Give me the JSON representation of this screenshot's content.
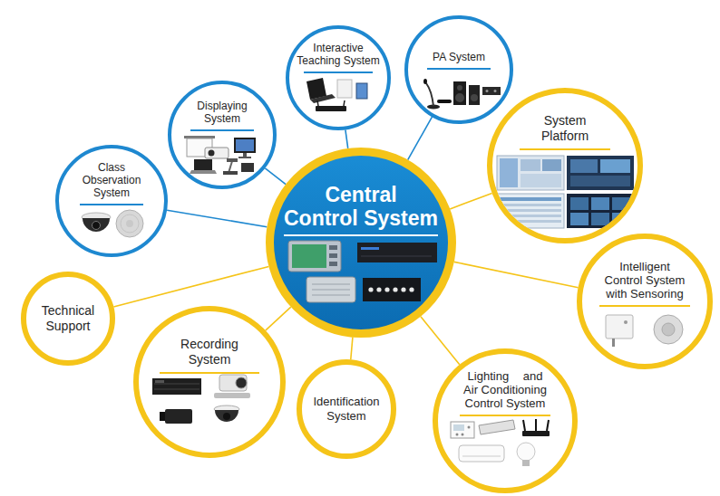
{
  "diagram": {
    "nodes": [
      {
        "text": [
          "Central Control System"
        ]
      },
      {
        "text": [
          "Class Observation System"
        ]
      },
      {
        "text": [
          "Displaying System"
        ]
      },
      {
        "text": [
          "Interactive Teaching System"
        ]
      },
      {
        "text": [
          "PA System"
        ]
      },
      {
        "text": [
          "System Platform"
        ]
      },
      {
        "text": [
          "Intelligent Control System with Sensoring"
        ]
      },
      {
        "text": [
          "Lighting and Air Conditioning Control System"
        ]
      },
      {
        "text": [
          "Identification System"
        ]
      },
      {
        "text": [
          "Recording System"
        ]
      },
      {
        "text": [
          "Technical Support"
        ]
      }
    ],
    "edges": [
      {
        "from": 0,
        "to": 1,
        "arrow": "none"
      },
      {
        "from": 0,
        "to": 2,
        "arrow": "none"
      },
      {
        "from": 0,
        "to": 3,
        "arrow": "none"
      },
      {
        "from": 0,
        "to": 4,
        "arrow": "none"
      },
      {
        "from": 0,
        "to": 5,
        "arrow": "none"
      },
      {
        "from": 0,
        "to": 6,
        "arrow": "none"
      },
      {
        "from": 0,
        "to": 7,
        "arrow": "none"
      },
      {
        "from": 0,
        "to": 8,
        "arrow": "none"
      },
      {
        "from": 0,
        "to": 9,
        "arrow": "none"
      },
      {
        "from": 0,
        "to": 10,
        "arrow": "none"
      }
    ]
  }
}
